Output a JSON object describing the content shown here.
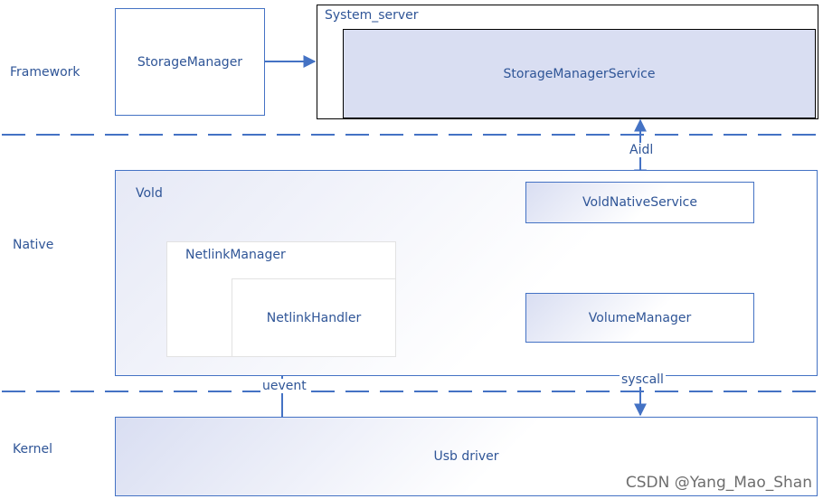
{
  "layers": {
    "framework": "Framework",
    "native": "Native",
    "kernel": "Kernel"
  },
  "boxes": {
    "storage_manager": "StorageManager",
    "system_server": "System_server",
    "storage_manager_service": "StorageManagerService",
    "vold": "Vold",
    "vold_native_service": "VoldNativeService",
    "netlink_manager": "NetlinkManager",
    "netlink_handler": "NetlinkHandler",
    "volume_manager": "VolumeManager",
    "usb_driver": "Usb driver"
  },
  "connectors": {
    "aidl": "Aidl",
    "uevent": "uevent",
    "syscall": "syscall"
  },
  "watermark": "CSDN @Yang_Mao_Shan",
  "colors": {
    "line": "#4472c4",
    "text": "#2f5597",
    "service_fill": "#d9def2"
  }
}
